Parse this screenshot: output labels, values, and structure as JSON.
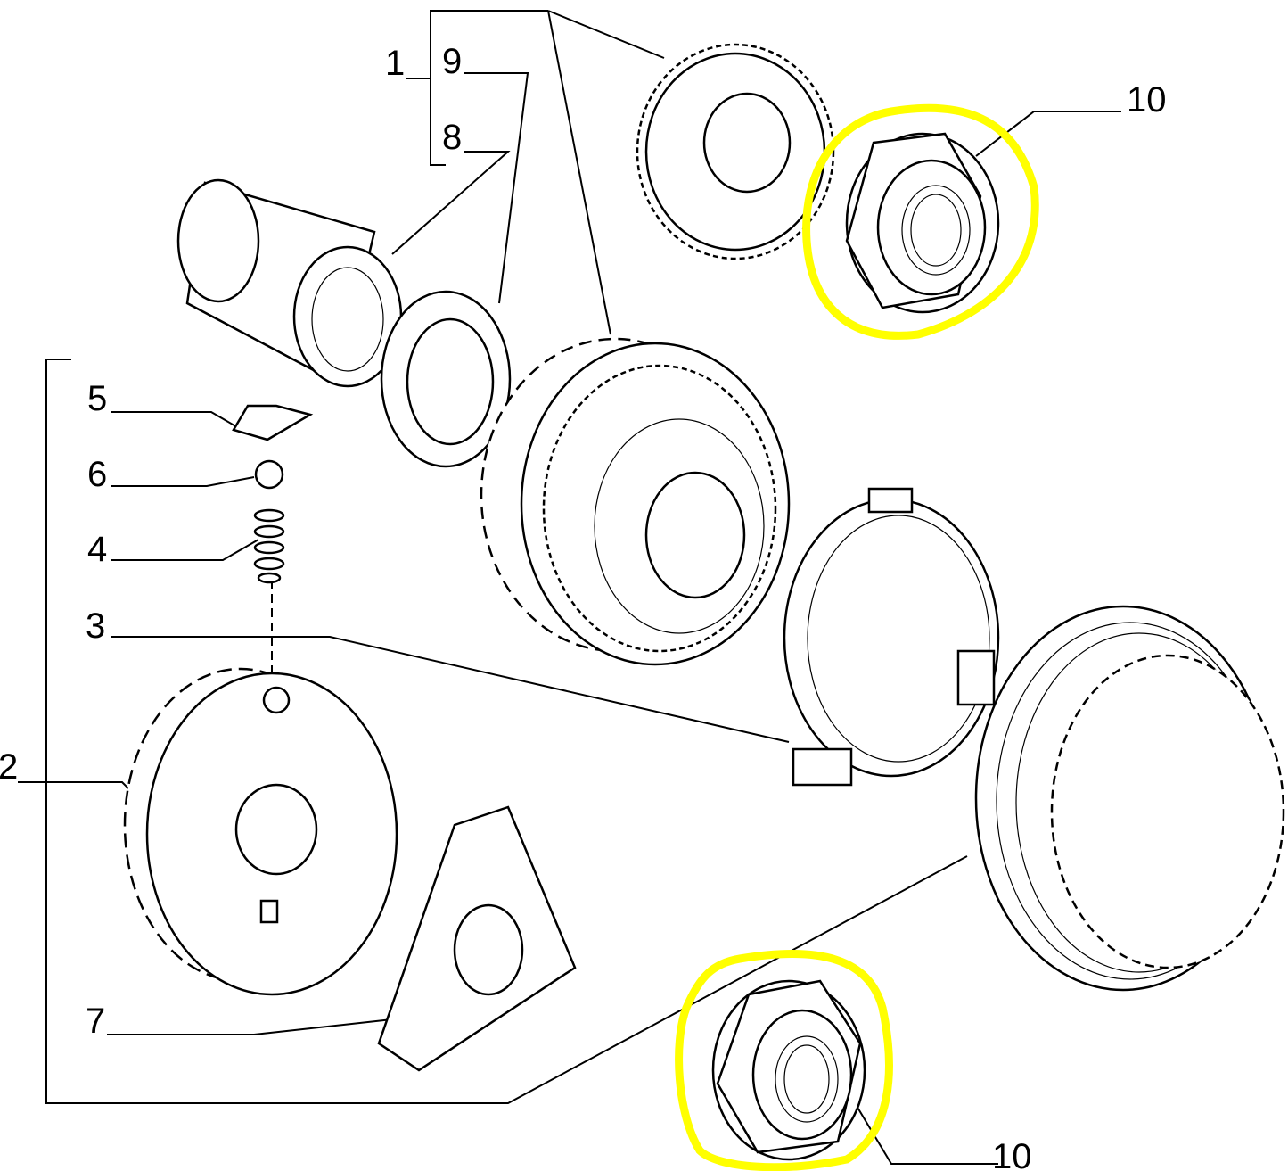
{
  "diagram": {
    "type": "exploded-parts-view",
    "highlight_color": "#ffff00",
    "labels": {
      "part_1": "1",
      "part_9": "9",
      "part_8": "8",
      "part_10_top": "10",
      "part_5": "5",
      "part_6": "6",
      "part_4": "4",
      "part_3": "3",
      "part_2": "2",
      "part_7": "7",
      "part_10_bottom": "10"
    }
  }
}
